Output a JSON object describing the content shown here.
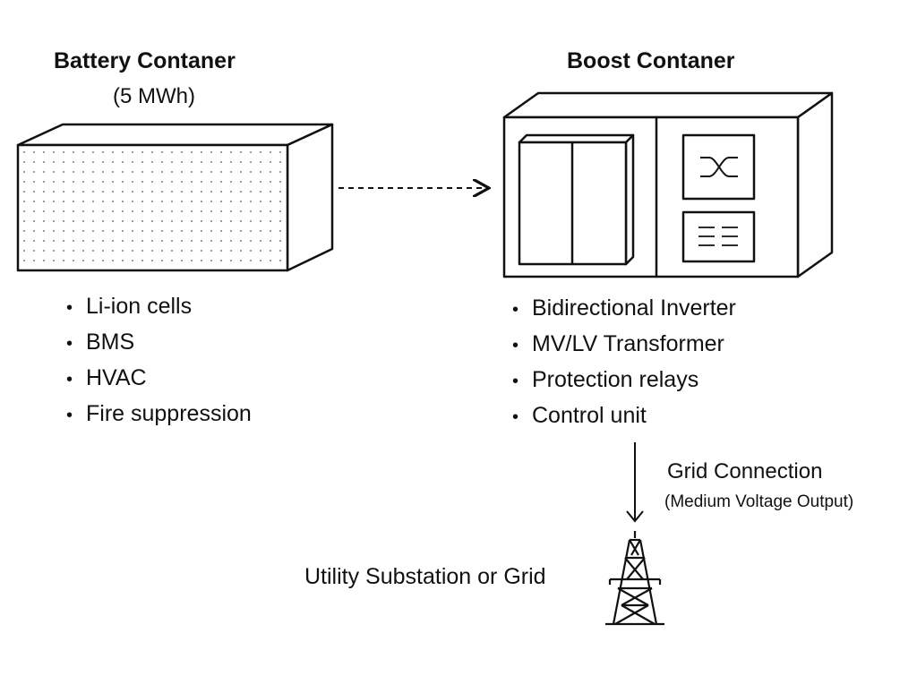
{
  "battery": {
    "title": "Battery Contaner",
    "capacity": "(5 MWh)",
    "features": [
      "Li-ion cells",
      "BMS",
      "HVAC",
      "Fire suppression"
    ]
  },
  "boost": {
    "title": "Boost Contaner",
    "features": [
      "Bidirectional Inverter",
      "MV/LV Transformer",
      "Protection relays",
      "Control unit"
    ]
  },
  "grid": {
    "label": "Grid Connection",
    "sublabel": "(Medium Voltage Output)"
  },
  "utility": {
    "label": "Utility Substation or Grid"
  },
  "icons": {
    "battery": "battery-container-icon",
    "boost": "boost-container-icon",
    "switch": "switch-symbol-icon",
    "panel": "control-panel-icon",
    "tower": "transmission-tower-icon"
  }
}
